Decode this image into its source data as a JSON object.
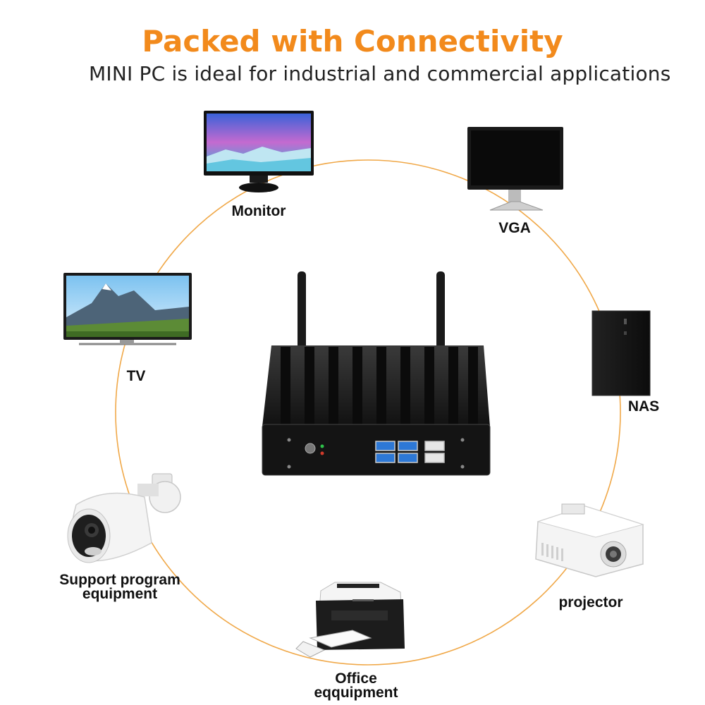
{
  "header": {
    "title": "Packed with Connectivity",
    "subtitle": "MINI PC is ideal for industrial and commercial applications"
  },
  "devices": {
    "monitor": "Monitor",
    "vga": "VGA",
    "tv": "TV",
    "nas": "NAS",
    "camera_line1": "Support program",
    "camera_line2": "equipment",
    "projector": "projector",
    "printer_line1": "Office",
    "printer_line2": "eqquipment"
  },
  "colors": {
    "accent": "#f28a1c",
    "circle": "#f0a848",
    "pc_body": "#151515",
    "usb_blue": "#2d78d6"
  }
}
